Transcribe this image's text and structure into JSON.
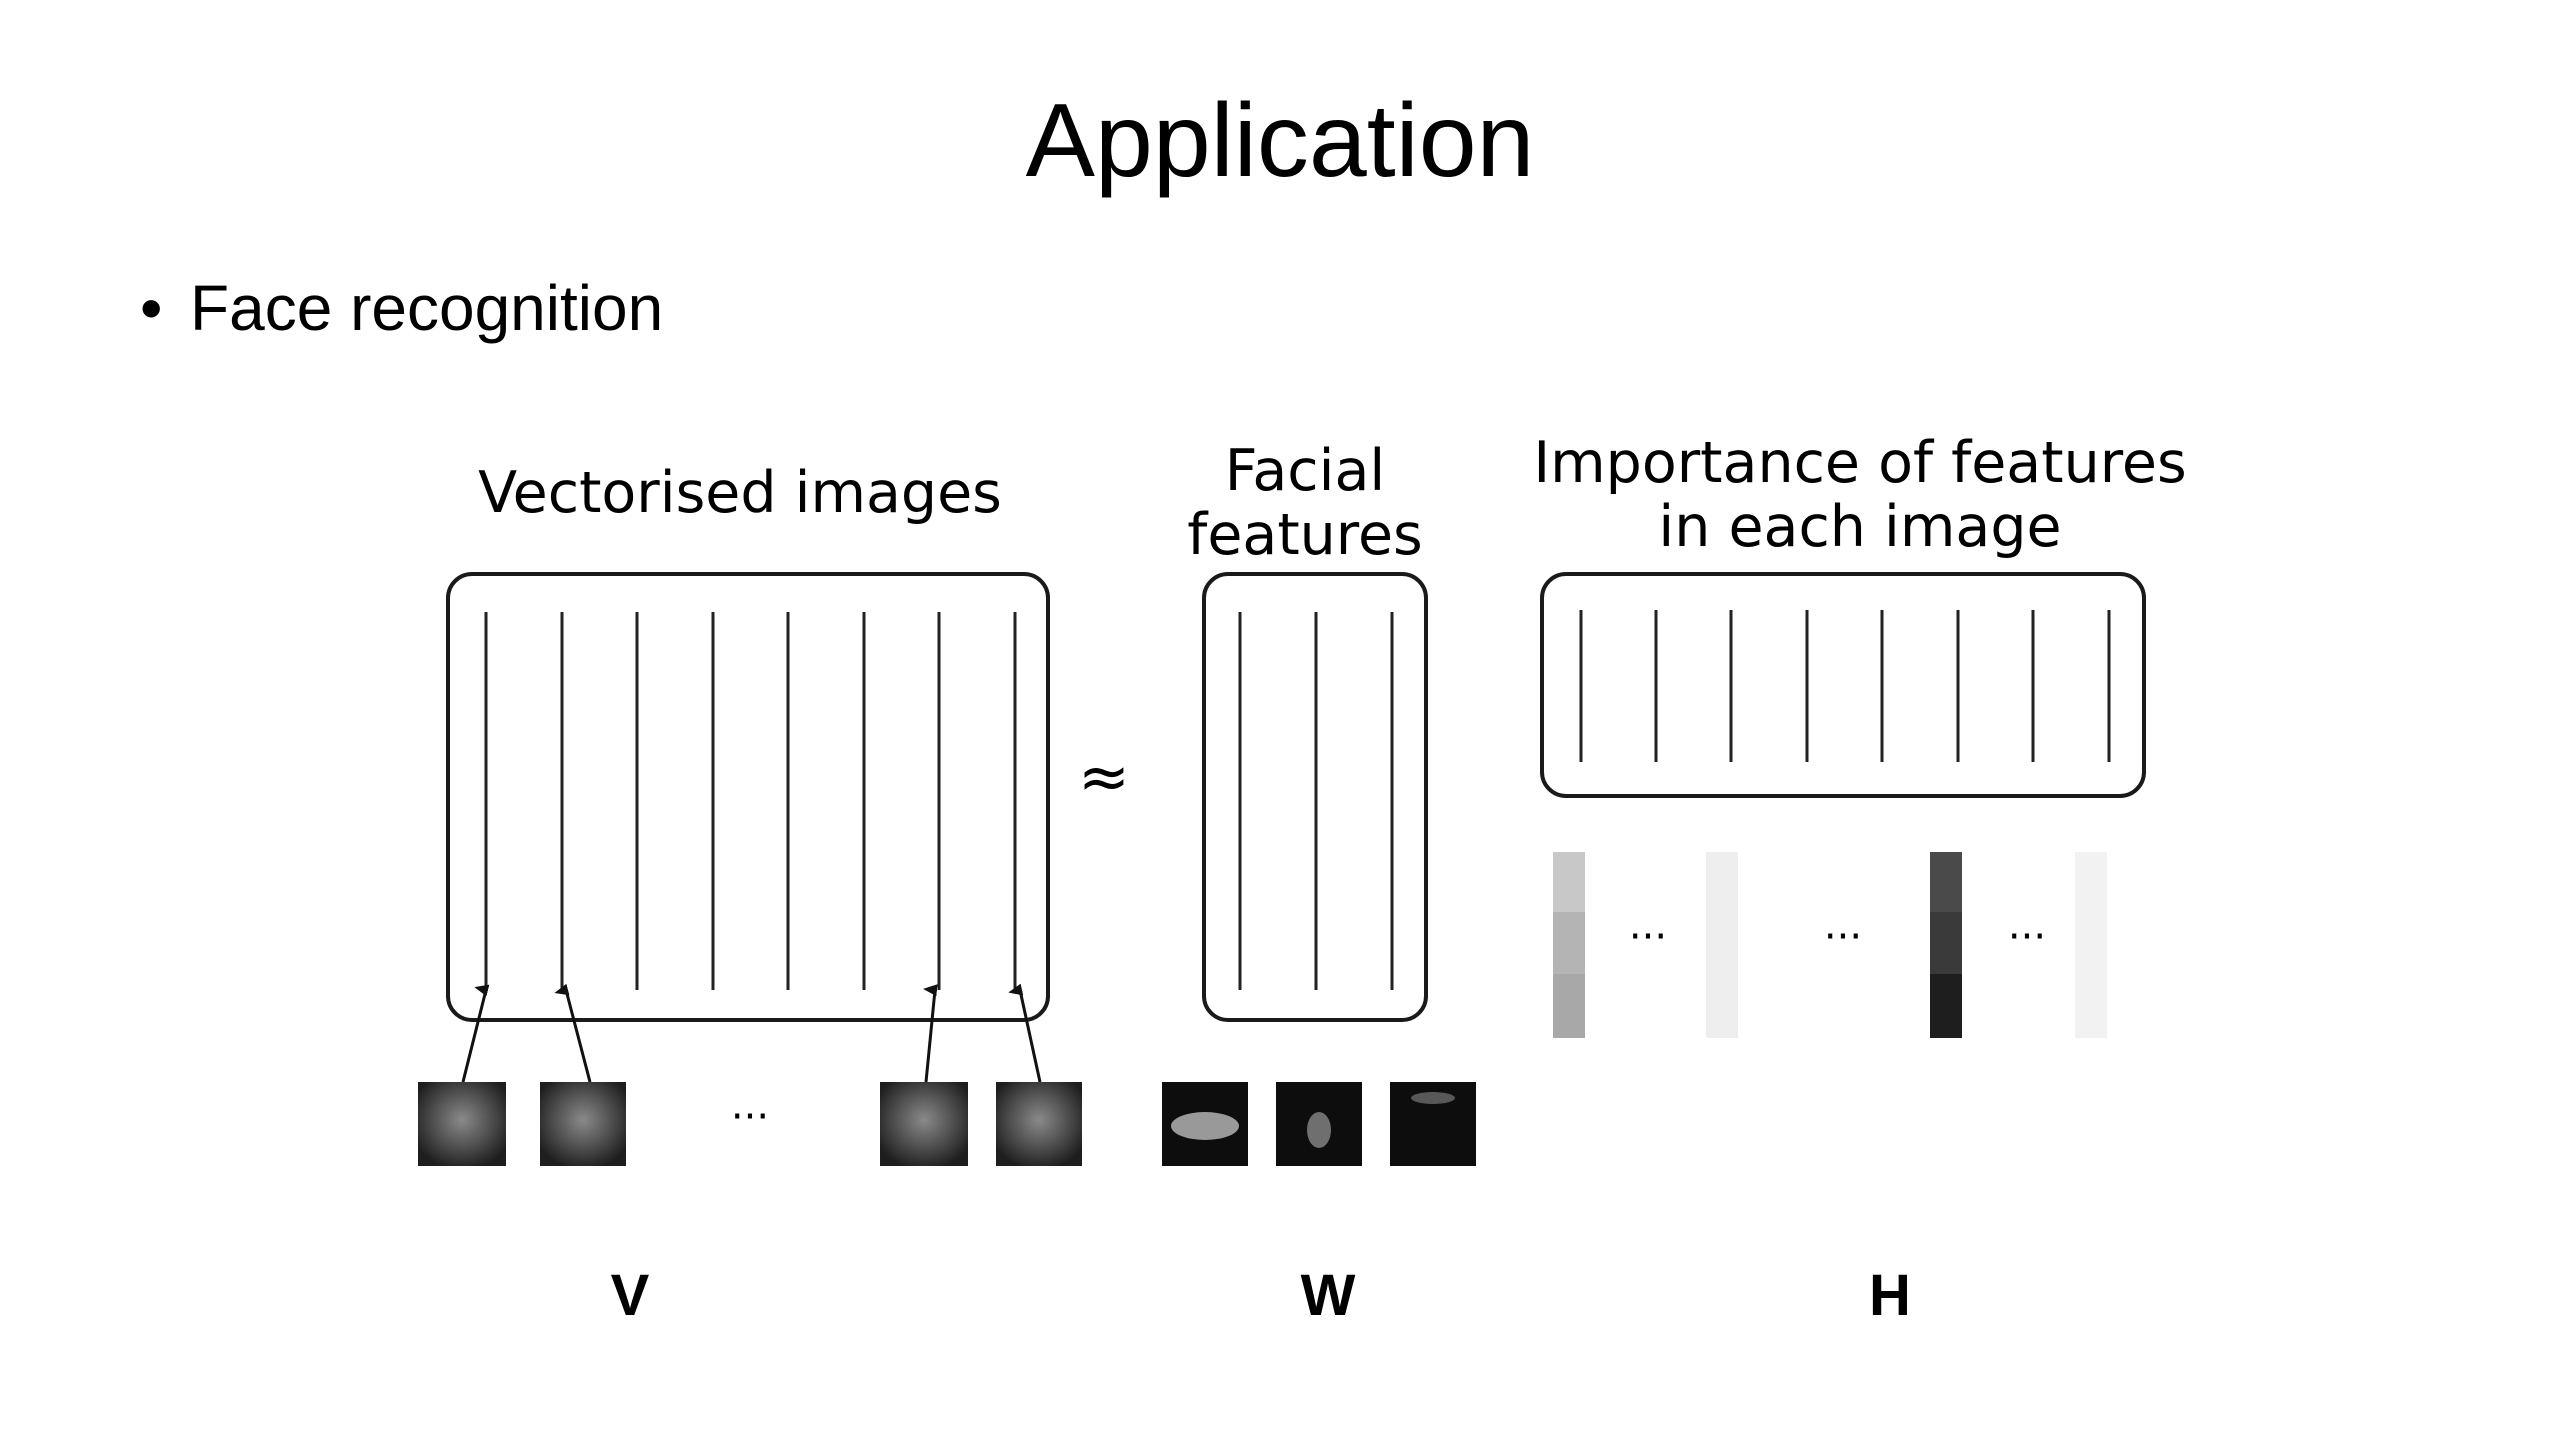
{
  "slide": {
    "title": "Application",
    "bullet": "Face recognition"
  },
  "diagram": {
    "v_label": "Vectorised images",
    "w_label_line1": "Facial",
    "w_label_line2": "features",
    "h_label_line1": "Importance of features",
    "h_label_line2": "in each image",
    "approx_symbol": "≈",
    "ellipsis": "···",
    "matrix_names": {
      "v": "V",
      "w": "W",
      "h": "H"
    },
    "h_column_shades": [
      "#c8c8c8",
      "#eeeeee",
      "#3a3a3a",
      "#f2f2f2"
    ]
  }
}
